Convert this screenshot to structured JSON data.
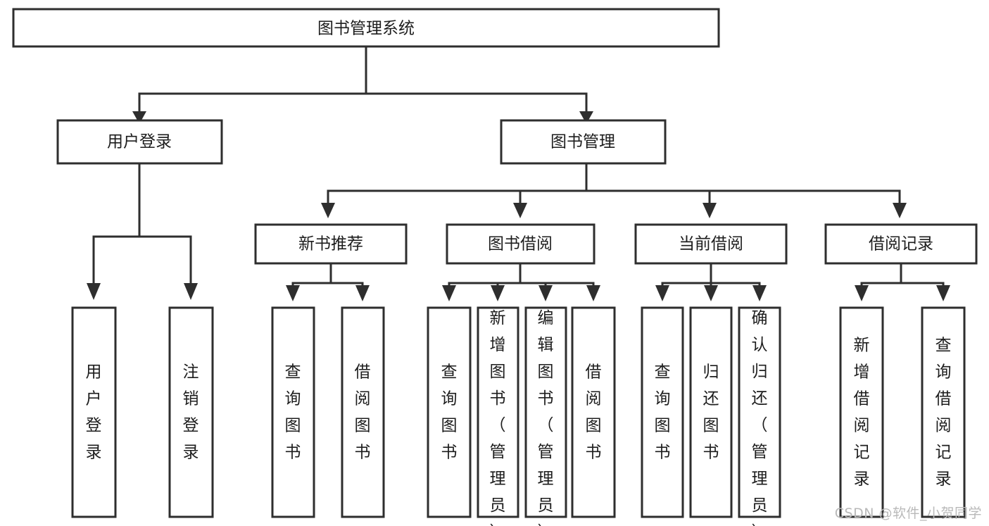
{
  "diagram": {
    "title": "图书管理系统",
    "type": "tree",
    "orientation": "top-down",
    "background_color": "#ffffff",
    "line_color": "#2e2e2e",
    "box_fill": "#ffffff",
    "text_color": "#1d1d1d"
  },
  "watermark": {
    "text": "CSDN @软件_小贺同学",
    "color": "#b9b9b9"
  },
  "nodes": {
    "root": {
      "label": "图书管理系统"
    },
    "level2": [
      {
        "id": "user-login",
        "label": "用户登录"
      },
      {
        "id": "book-manage",
        "label": "图书管理"
      }
    ],
    "level3": [
      {
        "id": "new-book-recommend",
        "label": "新书推荐"
      },
      {
        "id": "book-borrow",
        "label": "图书借阅"
      },
      {
        "id": "current-borrow",
        "label": "当前借阅"
      },
      {
        "id": "borrow-record",
        "label": "借阅记录"
      }
    ],
    "leaves": {
      "user-login": [
        {
          "id": "leaf-user-login",
          "label": "用户登录",
          "align": "middle"
        },
        {
          "id": "leaf-user-logout",
          "label": "注销登录",
          "align": "middle"
        }
      ],
      "new-book-recommend": [
        {
          "id": "leaf-query-book-1",
          "label": "查询图书",
          "align": "middle"
        },
        {
          "id": "leaf-borrow-book-1",
          "label": "借阅图书",
          "align": "middle"
        }
      ],
      "book-borrow": [
        {
          "id": "leaf-query-book-2",
          "label": "查询图书",
          "align": "middle"
        },
        {
          "id": "leaf-add-book",
          "label": "新增图书（管理员）",
          "align": "top"
        },
        {
          "id": "leaf-edit-book",
          "label": "编辑图书（管理员）",
          "align": "top"
        },
        {
          "id": "leaf-borrow-book-2",
          "label": "借阅图书",
          "align": "middle"
        }
      ],
      "current-borrow": [
        {
          "id": "leaf-query-book-3",
          "label": "查询图书",
          "align": "middle"
        },
        {
          "id": "leaf-return-book",
          "label": "归还图书",
          "align": "middle"
        },
        {
          "id": "leaf-confirm-return",
          "label": "确认归还（管理员）",
          "align": "top"
        }
      ],
      "borrow-record": [
        {
          "id": "leaf-add-record",
          "label": "新增借阅记录",
          "align": "middle"
        },
        {
          "id": "leaf-query-record",
          "label": "查询借阅记录",
          "align": "middle"
        }
      ]
    }
  }
}
